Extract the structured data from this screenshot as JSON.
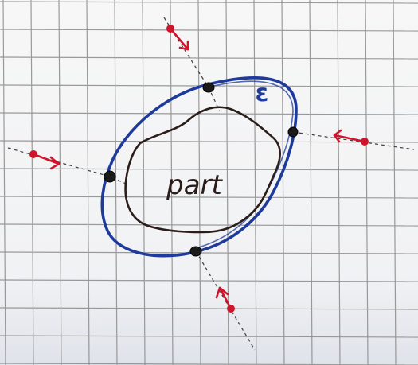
{
  "labels": {
    "region": "part",
    "boundary_symbol": "ε"
  },
  "colors": {
    "paper": "#f7f7f7",
    "grid_line": "#8a8a8a",
    "part_outline": "#2b1d1a",
    "epsilon_curve": "#1e3a9a",
    "contact_point": "#1a1a1a",
    "force_arrow": "#d0142c",
    "guide_line": "#404040"
  },
  "contact_points_count": 4,
  "arrows_count": 4
}
